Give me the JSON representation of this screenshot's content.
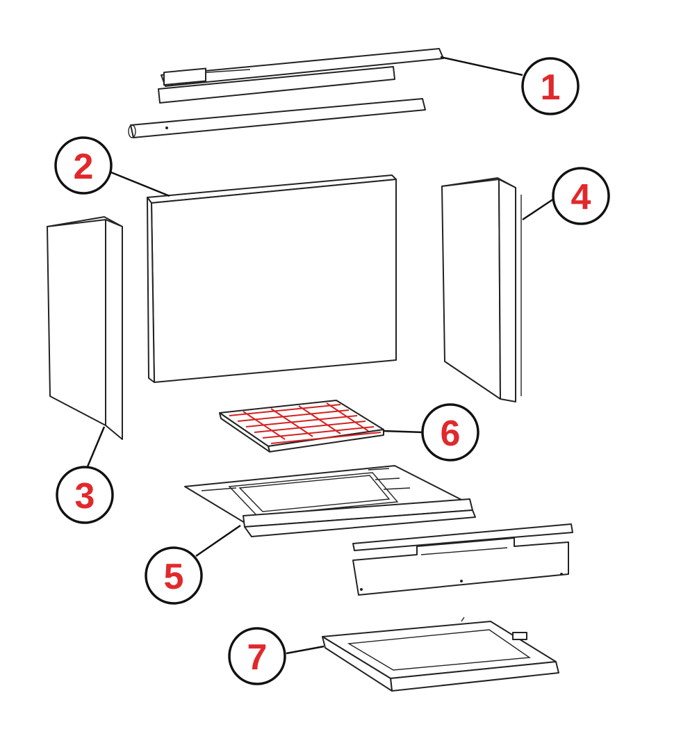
{
  "diagram": {
    "label_color": "#e0292c",
    "line_color": "#222222",
    "grate_color": "#d42020",
    "callouts": [
      {
        "id": "callout-1",
        "label": "1"
      },
      {
        "id": "callout-2",
        "label": "2"
      },
      {
        "id": "callout-3",
        "label": "3"
      },
      {
        "id": "callout-4",
        "label": "4"
      },
      {
        "id": "callout-5",
        "label": "5"
      },
      {
        "id": "callout-6",
        "label": "6"
      },
      {
        "id": "callout-7",
        "label": "7"
      }
    ]
  }
}
